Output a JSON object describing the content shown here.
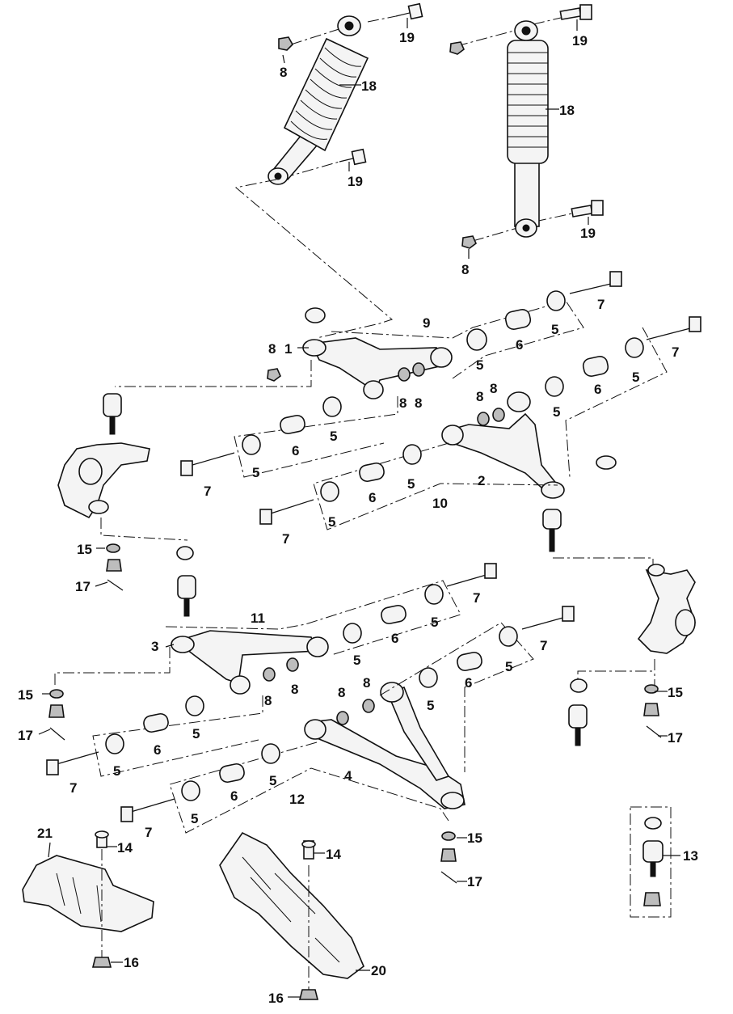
{
  "callouts": [
    {
      "id": "c1",
      "text": "1"
    },
    {
      "id": "c2",
      "text": "2"
    },
    {
      "id": "c3",
      "text": "3"
    },
    {
      "id": "c4",
      "text": "4"
    },
    {
      "id": "c5a",
      "text": "5"
    },
    {
      "id": "c5b",
      "text": "5"
    },
    {
      "id": "c5c",
      "text": "5"
    },
    {
      "id": "c5d",
      "text": "5"
    },
    {
      "id": "c5e",
      "text": "5"
    },
    {
      "id": "c5f",
      "text": "5"
    },
    {
      "id": "c5g",
      "text": "5"
    },
    {
      "id": "c5h",
      "text": "5"
    },
    {
      "id": "c5i",
      "text": "5"
    },
    {
      "id": "c5j",
      "text": "5"
    },
    {
      "id": "c5k",
      "text": "5"
    },
    {
      "id": "c5l",
      "text": "5"
    },
    {
      "id": "c5m",
      "text": "5"
    },
    {
      "id": "c5n",
      "text": "5"
    },
    {
      "id": "c5o",
      "text": "5"
    },
    {
      "id": "c5p",
      "text": "5"
    },
    {
      "id": "c6a",
      "text": "6"
    },
    {
      "id": "c6b",
      "text": "6"
    },
    {
      "id": "c6c",
      "text": "6"
    },
    {
      "id": "c6d",
      "text": "6"
    },
    {
      "id": "c6e",
      "text": "6"
    },
    {
      "id": "c6f",
      "text": "6"
    },
    {
      "id": "c6g",
      "text": "6"
    },
    {
      "id": "c6h",
      "text": "6"
    },
    {
      "id": "c7a",
      "text": "7"
    },
    {
      "id": "c7b",
      "text": "7"
    },
    {
      "id": "c7c",
      "text": "7"
    },
    {
      "id": "c7d",
      "text": "7"
    },
    {
      "id": "c7e",
      "text": "7"
    },
    {
      "id": "c7f",
      "text": "7"
    },
    {
      "id": "c7g",
      "text": "7"
    },
    {
      "id": "c7h",
      "text": "7"
    },
    {
      "id": "c8a",
      "text": "8"
    },
    {
      "id": "c8b",
      "text": "8"
    },
    {
      "id": "c8c",
      "text": "8"
    },
    {
      "id": "c8d",
      "text": "8"
    },
    {
      "id": "c8e",
      "text": "8"
    },
    {
      "id": "c8f",
      "text": "8"
    },
    {
      "id": "c8g",
      "text": "8"
    },
    {
      "id": "c8h",
      "text": "8"
    },
    {
      "id": "c8i",
      "text": "8"
    },
    {
      "id": "c8j",
      "text": "8"
    },
    {
      "id": "c8k",
      "text": "8"
    },
    {
      "id": "c9",
      "text": "9"
    },
    {
      "id": "c10",
      "text": "10"
    },
    {
      "id": "c11",
      "text": "11"
    },
    {
      "id": "c12",
      "text": "12"
    },
    {
      "id": "c13",
      "text": "13"
    },
    {
      "id": "c14a",
      "text": "14"
    },
    {
      "id": "c14b",
      "text": "14"
    },
    {
      "id": "c15a",
      "text": "15"
    },
    {
      "id": "c15b",
      "text": "15"
    },
    {
      "id": "c15c",
      "text": "15"
    },
    {
      "id": "c15d",
      "text": "15"
    },
    {
      "id": "c16a",
      "text": "16"
    },
    {
      "id": "c16b",
      "text": "16"
    },
    {
      "id": "c17a",
      "text": "17"
    },
    {
      "id": "c17b",
      "text": "17"
    },
    {
      "id": "c17c",
      "text": "17"
    },
    {
      "id": "c17d",
      "text": "17"
    },
    {
      "id": "c18a",
      "text": "18"
    },
    {
      "id": "c18b",
      "text": "18"
    },
    {
      "id": "c19a",
      "text": "19"
    },
    {
      "id": "c19b",
      "text": "19"
    },
    {
      "id": "c19c",
      "text": "19"
    },
    {
      "id": "c19d",
      "text": "19"
    },
    {
      "id": "c20",
      "text": "20"
    },
    {
      "id": "c21",
      "text": "21"
    }
  ],
  "colors": {
    "ink": "#111111",
    "part_fill": "#f4f4f4",
    "shade": "#bdbdbd",
    "background": "#ffffff"
  }
}
